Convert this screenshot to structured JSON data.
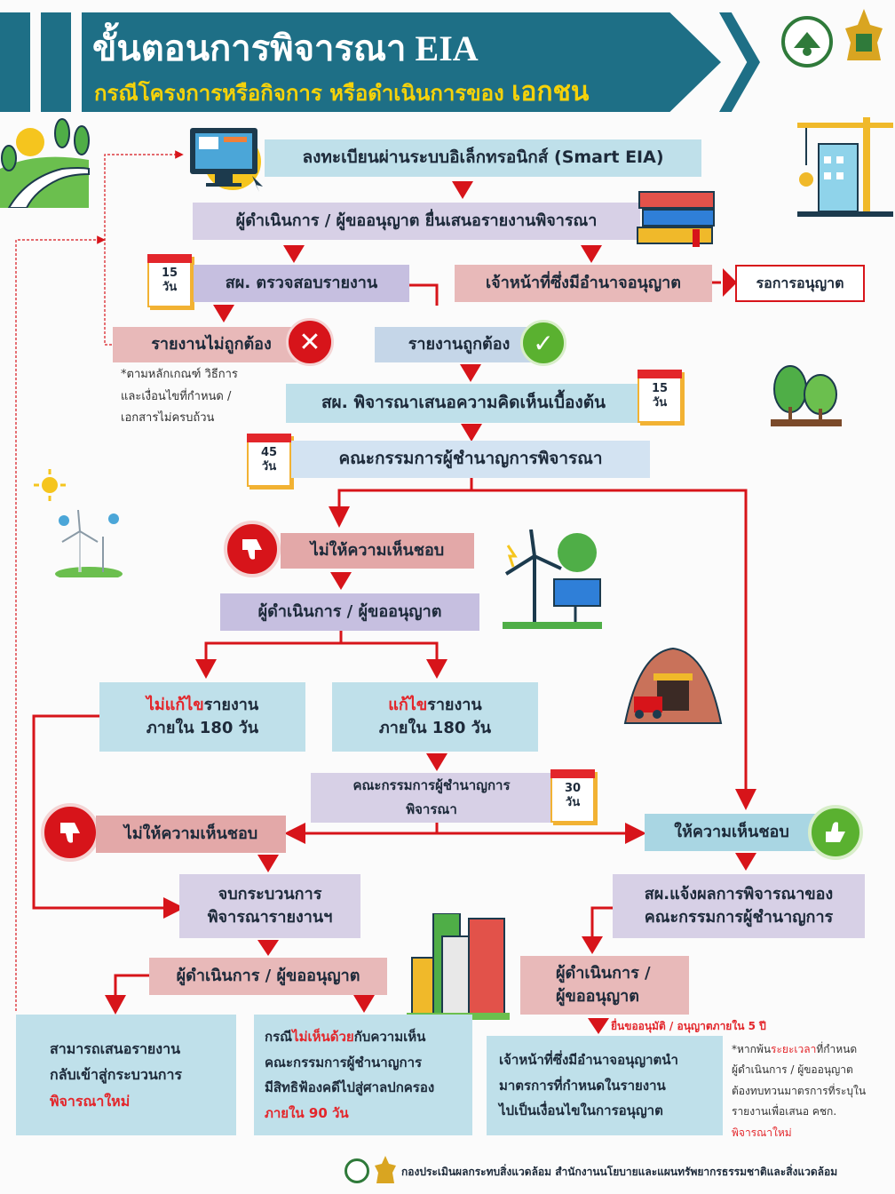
{
  "header": {
    "title": "ขั้นตอนการพิจารณา EIA",
    "subtitle": "กรณีโครงการหรือกิจการ หรือดำเนินการของ",
    "subtitle_emphasis": "เอกชน"
  },
  "steps": {
    "register": "ลงทะเบียนผ่านระบบอิเล็กทรอนิกส์ (Smart EIA)",
    "submit": "ผู้ดำเนินการ / ผู้ขออนุญาต ยื่นเสนอรายงานพิจารณา",
    "onep_check": "สผ. ตรวจสอบรายงาน",
    "authority": "เจ้าหน้าที่ซึ่งมีอำนาจอนุญาต",
    "await_permit": "รอการอนุญาต",
    "report_invalid": "รายงานไม่ถูกต้อง",
    "report_valid": "รายงานถูกต้อง",
    "onep_opinion": "สผ. พิจารณาเสนอความคิดเห็นเบื้องต้น",
    "committee": "คณะกรรมการผู้ชำนาญการพิจารณา",
    "disapprove": "ไม่ให้ความเห็นชอบ",
    "proponent": "ผู้ดำเนินการ / ผู้ขออนุญาต",
    "no_fix_a": "ไม่แก้ไข",
    "no_fix_b": "รายงาน",
    "no_fix_c": "ภายใน 180 วัน",
    "fix_a": "แก้ไข",
    "fix_b": "รายงาน",
    "fix_c": "ภายใน 180 วัน",
    "committee2_a": "คณะกรรมการผู้ชำนาญการ",
    "committee2_b": "พิจารณา",
    "disapprove2": "ไม่ให้ความเห็นชอบ",
    "approve": "ให้ความเห็นชอบ",
    "end_a": "จบกระบวนการ",
    "end_b": "พิจารณารายงานฯ",
    "notify_a": "สผ.แจ้งผลการพิจารณาของ",
    "notify_b": "คณะกรรมการผู้ชำนาญการ",
    "proponent2": "ผู้ดำเนินการ / ผู้ขออนุญาต",
    "proponent3_a": "ผู้ดำเนินการ /",
    "proponent3_b": "ผู้ขออนุญาต",
    "permit_window": "ยื่นขออนุมัติ / อนุญาตภายใน 5 ปี"
  },
  "days": {
    "check": [
      "15",
      "วัน"
    ],
    "opinion": [
      "15",
      "วัน"
    ],
    "committee": [
      "45",
      "วัน"
    ],
    "committee2": [
      "30",
      "วัน"
    ]
  },
  "notes": {
    "invalid": [
      "*ตามหลักเกณฑ์ วิธีการ",
      "และเงื่อนไขที่กำหนด /",
      "เอกสารไม่ครบถ้วน"
    ],
    "resubmit": [
      "สามารถเสนอรายงาน",
      "กลับเข้าสู่กระบวนการ"
    ],
    "resubmit_red": "พิจารณาใหม่",
    "appeal_pre": "กรณี",
    "appeal_red": "ไม่เห็นด้วย",
    "appeal_post": "กับความเห็น",
    "appeal_lines": [
      "คณะกรรมการผู้ชำนาญการ",
      "มีสิทธิฟ้องคดีไปสู่ศาลปกครอง"
    ],
    "appeal_red2": "ภายใน 90 วัน",
    "authority_final": [
      "เจ้าหน้าที่ซึ่งมีอำนาจอนุญาตนำ",
      "มาตรการที่กำหนดในรายงาน",
      "ไปเป็นเงื่อนไขในการอนุญาต"
    ],
    "period_pre": "*หากพ้น",
    "period_red": "ระยะเวลา",
    "period_post": "ที่กำหนด",
    "period_lines": [
      "ผู้ดำเนินการ / ผู้ขออนุญาต",
      "ต้องทบทวนมาตรการที่ระบุใน",
      "รายงานเพื่อเสนอ คชก."
    ],
    "period_red2": "พิจารณาใหม่"
  },
  "footer": "กองประเมินผลกระทบสิ่งแวดล้อม สำนักงานนโยบายและแผนทรัพยากรธรรมชาติและสิ่งแวดล้อม",
  "colors": {
    "header_bg": "#1e6f86",
    "accent_yellow": "#f5d20a",
    "arrow_red": "#d7141a",
    "box_blue": "#bfe0ea",
    "box_pink": "#e8b9b9",
    "box_lavender": "#d7d0e6"
  },
  "icons": [
    "computer-icon",
    "books-icon",
    "calendar-icon",
    "cross-icon",
    "check-icon",
    "thumbs-down-icon",
    "thumbs-up-icon",
    "wind-solar-icon",
    "mine-icon",
    "buildings-icon",
    "crane-icon",
    "trees-icon",
    "river-icon",
    "wind-turbine-icon",
    "sun-icon",
    "emblem-icon"
  ]
}
